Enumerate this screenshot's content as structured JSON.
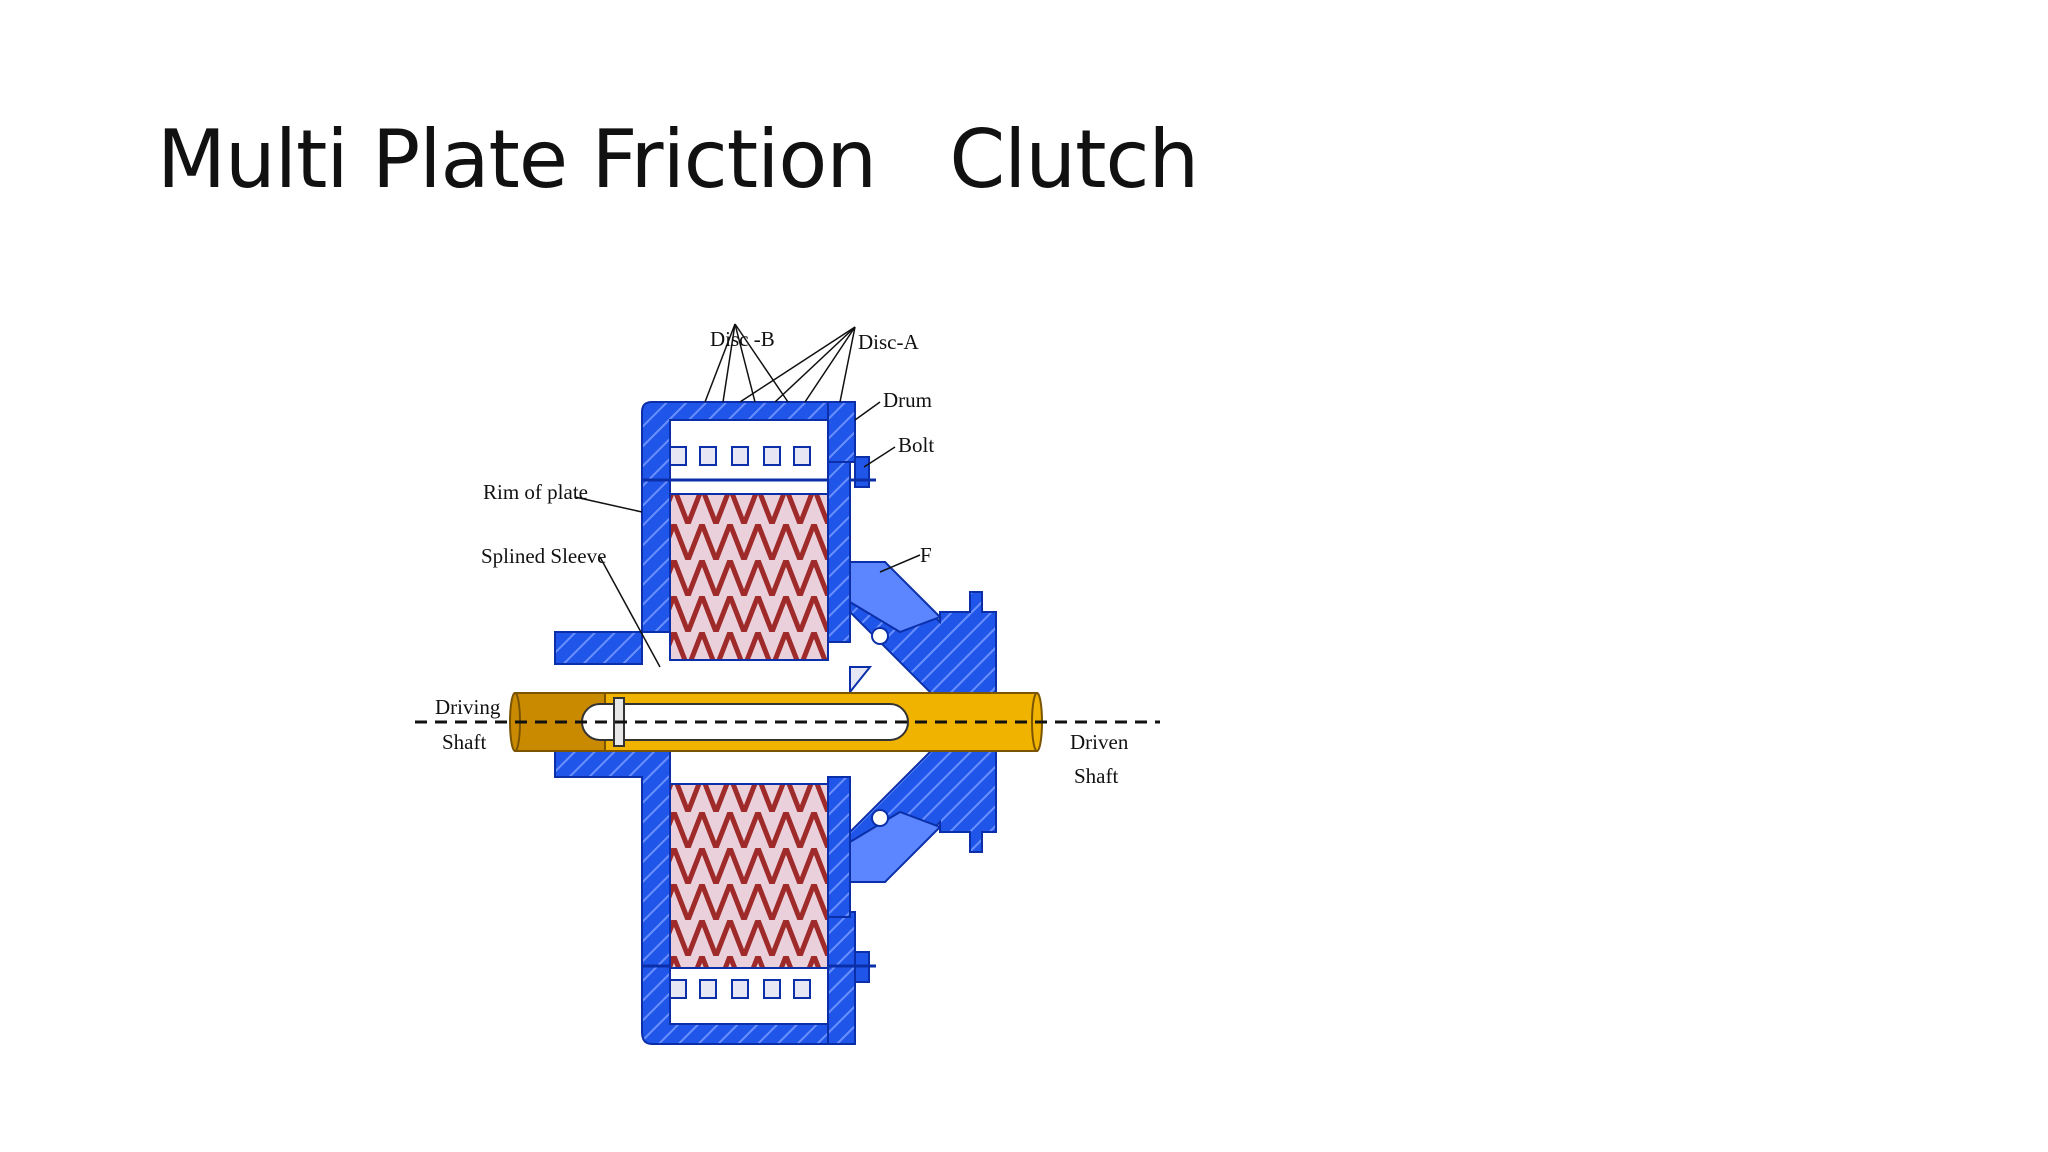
{
  "slide": {
    "title": "Multi Plate Friction   Clutch"
  },
  "diagram": {
    "labels": {
      "disc_b": "Disc -B",
      "disc_a": "Disc-A",
      "drum": "Drum",
      "bolt": "Bolt",
      "rim_of_plate": "Rim of plate",
      "splined_sleeve": "Splined Sleeve",
      "f": "F",
      "driving_line1": "Driving",
      "driving_line2": "Shaft",
      "driven_line1": "Driven",
      "driven_line2": "Shaft"
    },
    "colors": {
      "housing_blue": "#1f55e8",
      "housing_light": "#5b86ff",
      "plate_red": "#9e2a2a",
      "plate_pink": "#e9c9d4",
      "shaft_gold": "#f0b400",
      "shaft_dark": "#c98a00"
    }
  }
}
